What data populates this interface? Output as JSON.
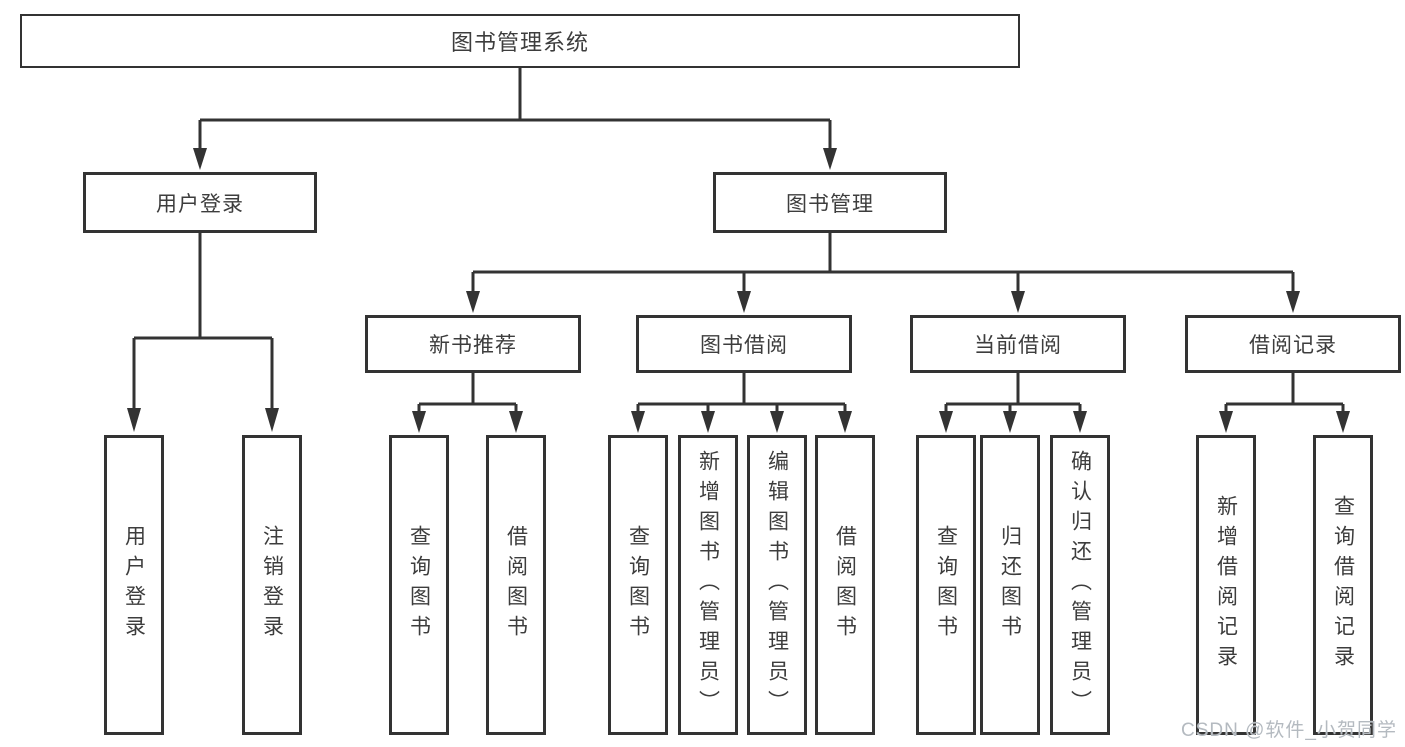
{
  "colors": {
    "line": "#333333",
    "box_border": "#333333",
    "text": "#3d3d3d",
    "background": "#ffffff",
    "watermark": "#b4bac0"
  },
  "watermark": {
    "text": "CSDN @软件_小贺同学"
  },
  "diagram": {
    "title": "图书管理系统",
    "branches": [
      {
        "label": "用户登录",
        "children": [
          {
            "label": "用户登录"
          },
          {
            "label": "注销登录"
          }
        ]
      },
      {
        "label": "图书管理",
        "children": [
          {
            "label": "新书推荐",
            "children": [
              {
                "label": "查询图书"
              },
              {
                "label": "借阅图书"
              }
            ]
          },
          {
            "label": "图书借阅",
            "children": [
              {
                "label": "查询图书"
              },
              {
                "label": "新增图书（管理员）"
              },
              {
                "label": "编辑图书（管理员）"
              },
              {
                "label": "借阅图书"
              }
            ]
          },
          {
            "label": "当前借阅",
            "children": [
              {
                "label": "查询图书"
              },
              {
                "label": "归还图书"
              },
              {
                "label": "确认归还（管理员）"
              }
            ]
          },
          {
            "label": "借阅记录",
            "children": [
              {
                "label": "新增借阅记录"
              },
              {
                "label": "查询借阅记录"
              }
            ]
          }
        ]
      }
    ]
  }
}
